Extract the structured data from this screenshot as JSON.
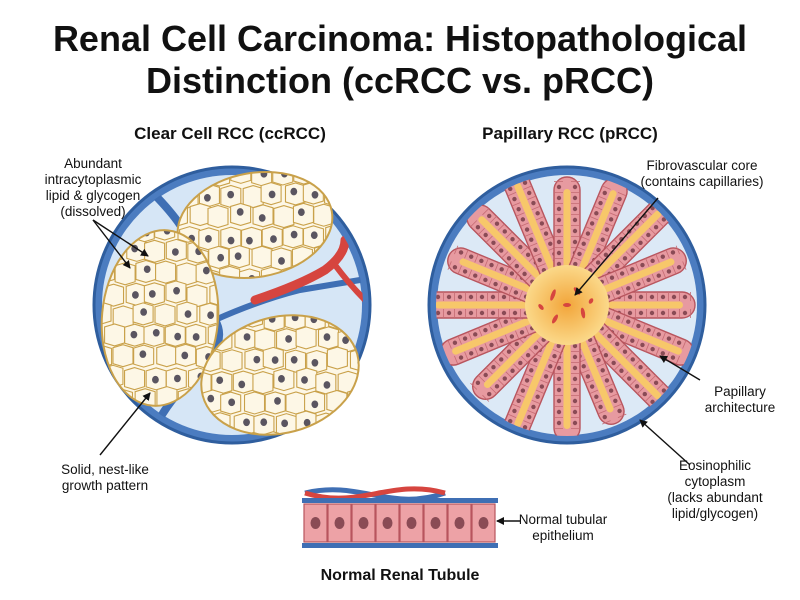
{
  "title": {
    "line1": "Renal Cell Carcinoma: Histopathological",
    "line2": "Distinction (ccRCC vs. pRCC)"
  },
  "clear_cell": {
    "subtitle": "Clear Cell RCC (ccRCC)",
    "label_lipid": [
      "Abundant",
      "intracytoplasmic",
      "lipid & glycogen",
      "(dissolved)"
    ],
    "label_growth": [
      "Solid, nest-like",
      "growth pattern"
    ]
  },
  "papillary": {
    "subtitle": "Papillary RCC (pRCC)",
    "label_core": [
      "Fibrovascular core",
      "(contains capillaries)"
    ],
    "label_architecture": [
      "Papillary",
      "architecture"
    ],
    "label_cytoplasm": [
      "Eosinophilic",
      "cytoplasm",
      "(lacks abundant",
      "lipid/glycogen)"
    ]
  },
  "normal": {
    "title": "Normal Renal Tubule",
    "label": [
      "Normal tubular",
      "epithelium"
    ]
  },
  "colors": {
    "capsule_blue": "#3f6fb4",
    "clear_cell_fill": "#fdf7e6",
    "cell_border": "#c9a14a",
    "nucleus": "#5a5560",
    "vessel_red": "#d6453f",
    "papillary_pink": "#e79aa0",
    "core_orange": "#f5b84a"
  }
}
